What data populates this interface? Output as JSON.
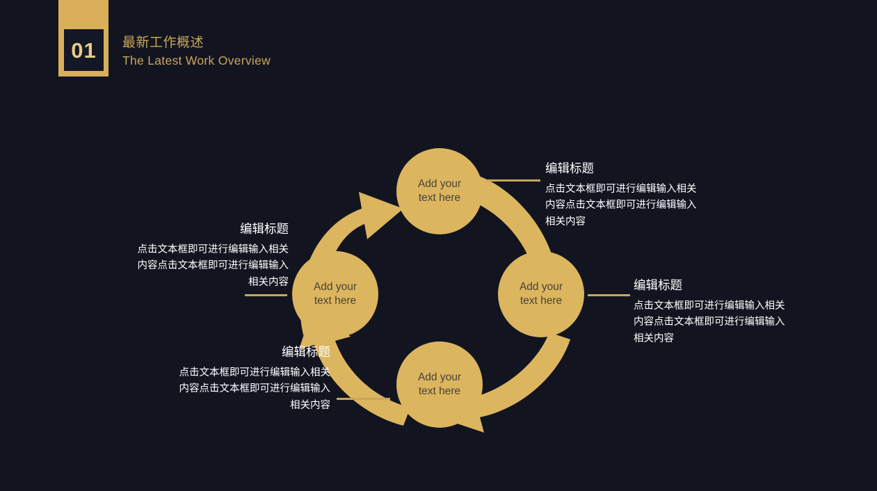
{
  "header": {
    "number": "01",
    "title_cn": "最新工作概述",
    "title_en": "The Latest Work Overview",
    "accent_color": "#d9b059",
    "number_color": "#e8cc85"
  },
  "theme": {
    "background": "#121520",
    "gold": "#d9b059",
    "circle_fill": "#dcb55f",
    "circle_text": "#4a4236",
    "body_text": "#ffffff",
    "line": "#c9a659"
  },
  "diagram": {
    "type": "cycle-four-step",
    "circles": [
      {
        "id": "top",
        "label": "Add your\ntext here"
      },
      {
        "id": "right",
        "label": "Add your\ntext here"
      },
      {
        "id": "bottom",
        "label": "Add your\ntext here"
      },
      {
        "id": "left",
        "label": "Add your\ntext here"
      }
    ],
    "blocks": [
      {
        "id": "top-right",
        "title": "编辑标题",
        "body": "点击文本框即可进行编辑输入相关\n内容点击文本框即可进行编辑输入\n相关内容"
      },
      {
        "id": "mid-right",
        "title": "编辑标题",
        "body": "点击文本框即可进行编辑输入相关\n内容点击文本框即可进行编辑输入\n相关内容"
      },
      {
        "id": "bottom-left",
        "title": "编辑标题",
        "body": "点击文本框即可进行编辑输入相关\n内容点击文本框即可进行编辑输入\n相关内容"
      },
      {
        "id": "mid-left",
        "title": "编辑标题",
        "body": "点击文本框即可进行编辑输入相关\n内容点击文本框即可进行编辑输入\n相关内容"
      }
    ]
  }
}
